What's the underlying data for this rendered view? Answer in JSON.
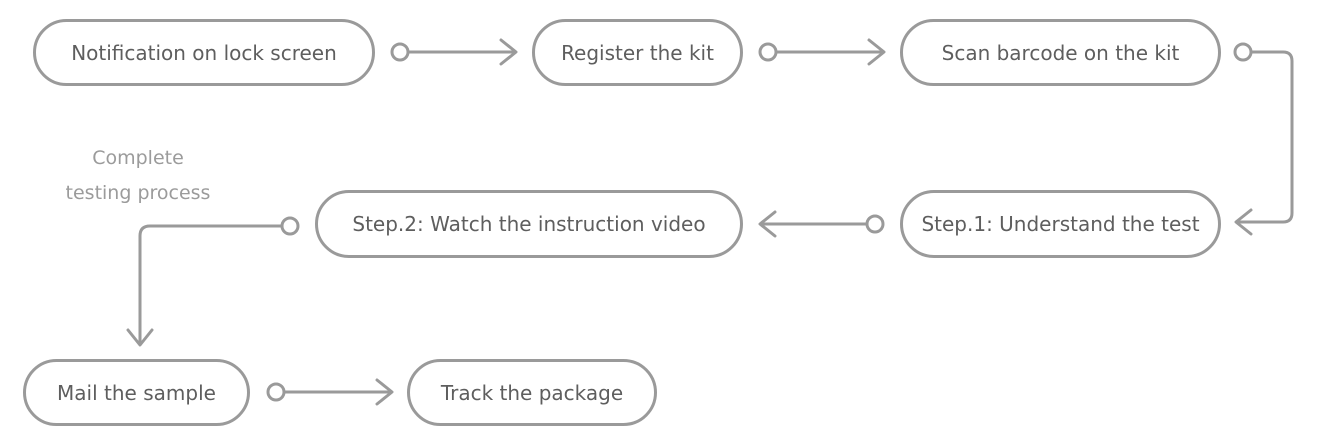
{
  "diagram": {
    "steps": {
      "notification": "Notification on lock screen",
      "register": "Register the kit",
      "scan": "Scan barcode on the kit",
      "step1": "Step.1: Understand the test",
      "step2": "Step.2: Watch the instruction video",
      "mail": "Mail the sample",
      "track": "Track the package"
    },
    "group_caption": {
      "line1": "Complete",
      "line2": "testing process"
    },
    "colors": {
      "stroke": "#9a9a9a",
      "text": "#5e5e5e",
      "caption": "#9b9b9b"
    }
  }
}
